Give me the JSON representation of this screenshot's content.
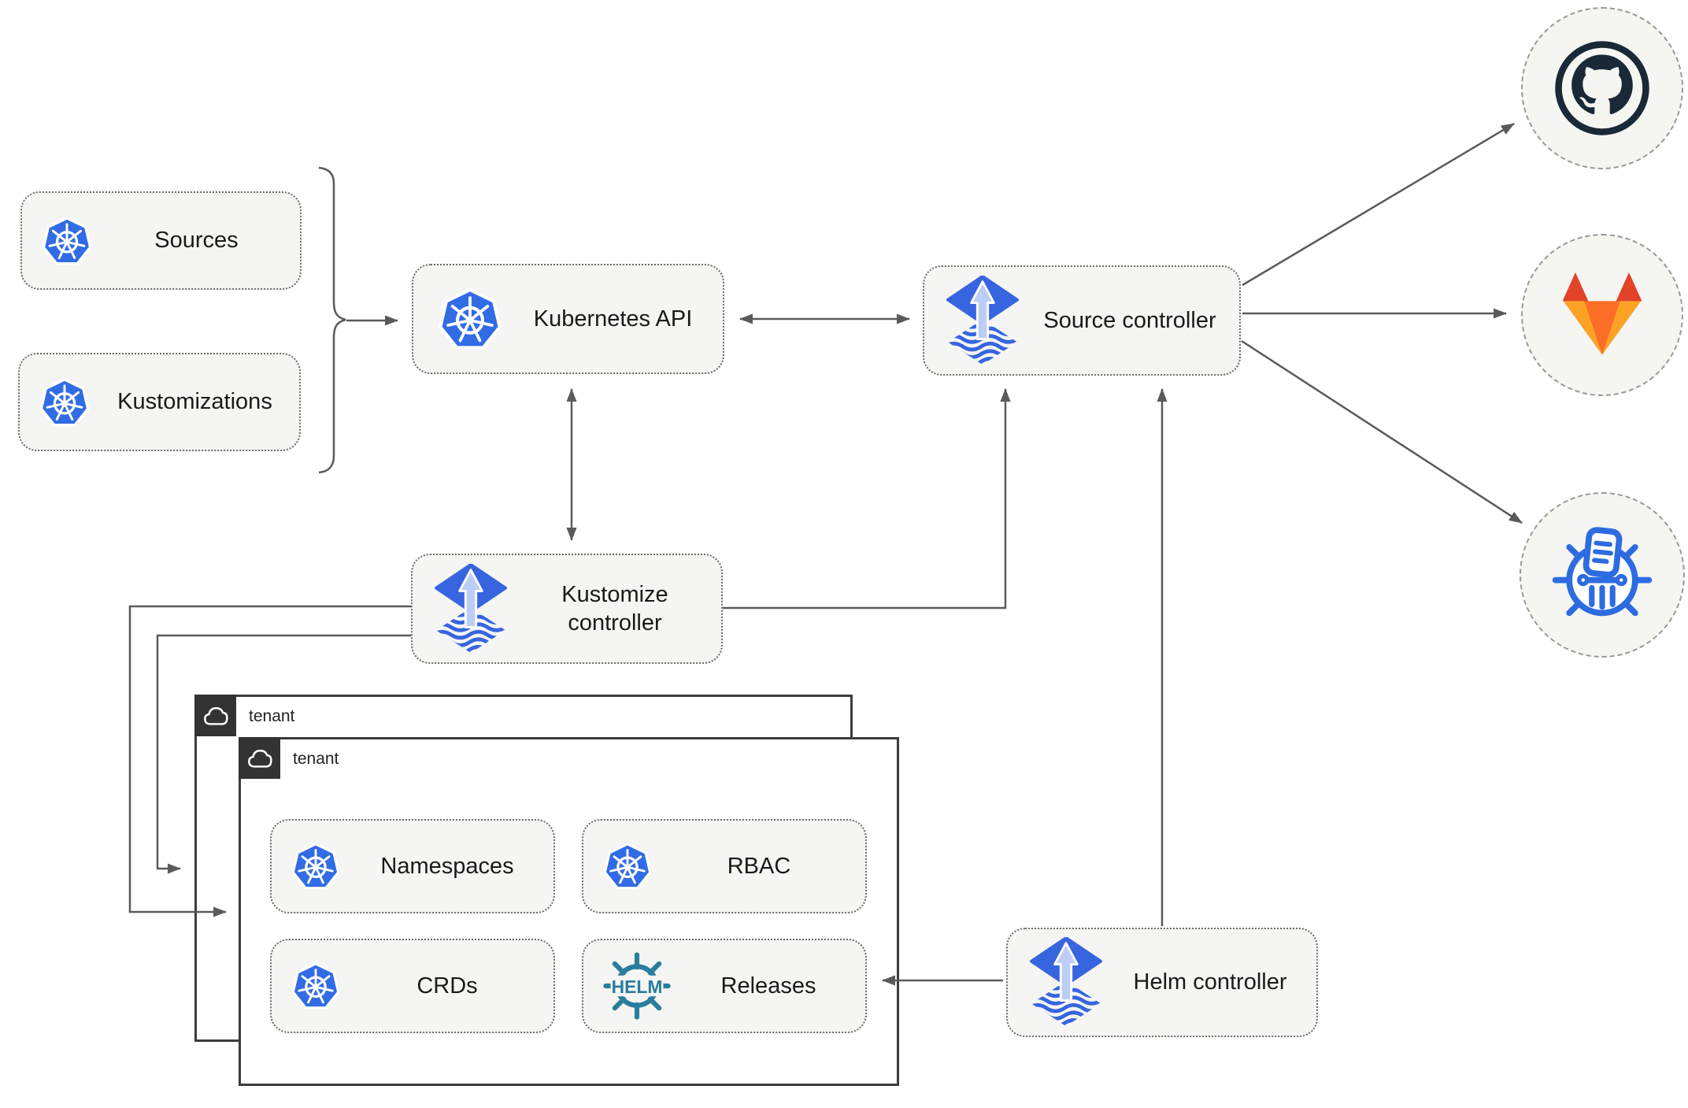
{
  "nodes": {
    "sources": {
      "label": "Sources"
    },
    "kustomizations": {
      "label": "Kustomizations"
    },
    "kubernetes_api": {
      "label": "Kubernetes API"
    },
    "source_controller": {
      "label": "Source controller"
    },
    "kustomize_controller": {
      "label": "Kustomize controller"
    },
    "helm_controller": {
      "label": "Helm controller"
    },
    "tenant_outer": {
      "label": "tenant"
    },
    "tenant_inner": {
      "label": "tenant"
    },
    "namespaces": {
      "label": "Namespaces"
    },
    "rbac": {
      "label": "RBAC"
    },
    "crds": {
      "label": "CRDs"
    },
    "releases": {
      "label": "Releases"
    }
  },
  "icons": {
    "helm_badge": "HELM",
    "kubernetes_color": "#326CE5",
    "flux_color": "#3765E0",
    "helm_color": "#2A7D9C",
    "github_color": "#1A2938",
    "gitlab_colors": [
      "#E24329",
      "#FC6D26",
      "#FCA326"
    ],
    "registry_color": "#2D6BE0"
  },
  "colors": {
    "node_background": "#F5F5F3",
    "node_border": "#6B6B6B",
    "connector": "#5A5A5A",
    "tenant_border": "#3C3C3C",
    "tenant_tag_background": "#333333",
    "circle_border": "#999999"
  }
}
